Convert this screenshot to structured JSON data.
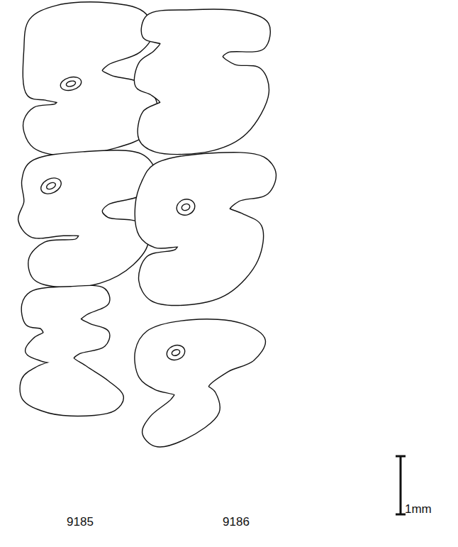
{
  "diagram": {
    "labels": [
      "9185",
      "9186",
      "1mm"
    ]
  }
}
